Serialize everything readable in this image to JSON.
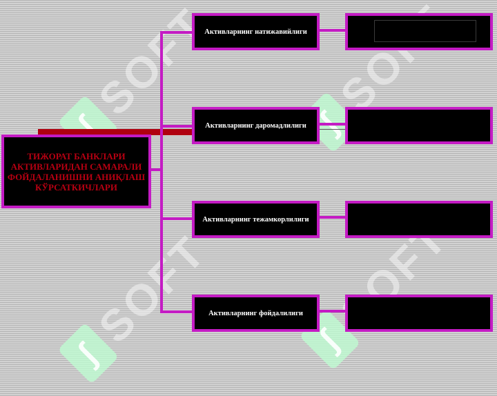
{
  "main": {
    "title": "ТИЖОРАТ БАНКЛАРИ\nАКТИВЛАРИДАН САМАРАЛИ\nФОЙДАЛАНИШНИ АНИҚЛАШ\nКЎРСАТКИЧЛАРИ"
  },
  "indicators": [
    {
      "label": "Активларнинг натижавийлиги"
    },
    {
      "label": "Активларнинг даромадлилиги"
    },
    {
      "label": "Активларнинг тежамкорлилиги"
    },
    {
      "label": "Активларнинг фойдалилиги"
    }
  ],
  "watermark": {
    "text": "SOFT"
  },
  "colors": {
    "box_fill": "#000000",
    "box_border": "#c41bc4",
    "connector": "#c41bc4",
    "main_text": "#b80012",
    "label_text": "#ffffff",
    "accent_bar": "#b00010"
  }
}
